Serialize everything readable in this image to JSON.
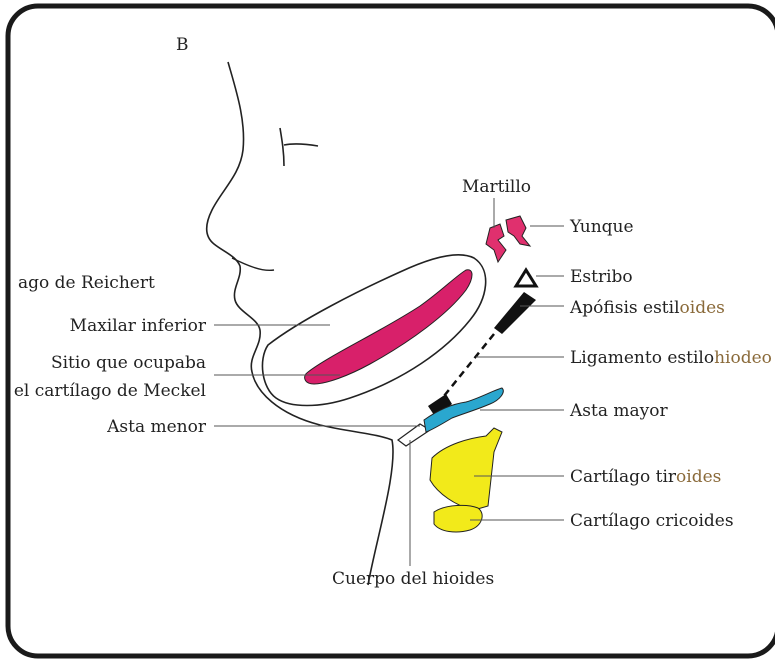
{
  "panel_letter": "B",
  "labels": {
    "reichert": "ago de Reichert",
    "maxilar": "Maxilar inferior",
    "sitio_line1": "Sitio que ocupaba",
    "sitio_line2": "el cartílago de Meckel",
    "asta_menor": "Asta menor",
    "martillo": "Martillo",
    "yunque": "Yunque",
    "estribo": "Estribo",
    "apofisis_a": "Apófisis estil",
    "apofisis_b": "oides",
    "ligamento_a": "Ligamento estilo",
    "ligamento_b": "hiodeo",
    "asta_mayor": "Asta mayor",
    "tiroides_a": "Cartílago tir",
    "tiroides_b": "oides",
    "cricoides": "Cartílago cricoides",
    "cuerpo": "Cuerpo del hioides"
  },
  "colors": {
    "frame": "#1a1a1a",
    "meckel_magenta": "#d8206a",
    "ossicles_magenta": "#e0306e",
    "styloid_black": "#111111",
    "hyoid_cyan": "#2aa7cf",
    "thyroid_yellow": "#f2ea1a",
    "label_tan": "#8a6a3a"
  }
}
